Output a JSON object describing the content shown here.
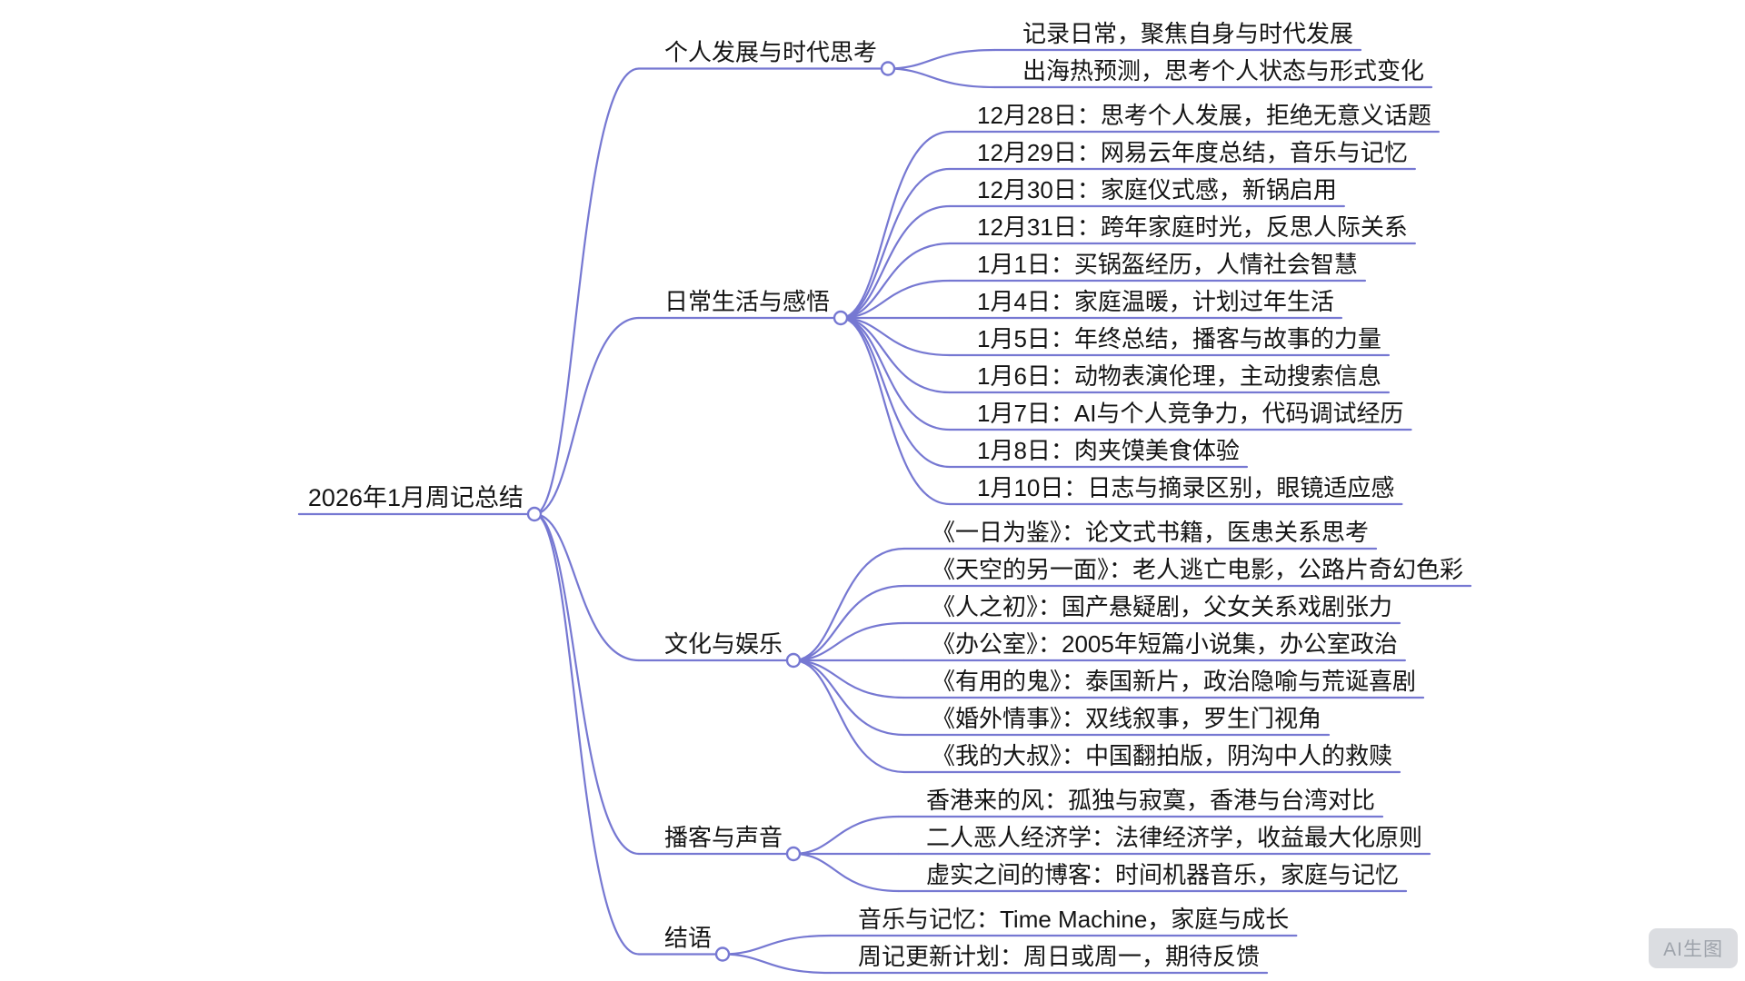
{
  "watermark": "AI生图",
  "colors": {
    "link": "#7678d2",
    "text": "#141414",
    "node_fill": "#ffffff",
    "background": "#ffffff"
  },
  "mindmap": {
    "root": "2026年1月周记总结",
    "branches": [
      {
        "label": "个人发展与时代思考",
        "children": [
          "记录日常，聚焦自身与时代发展",
          "出海热预测，思考个人状态与形式变化"
        ]
      },
      {
        "label": "日常生活与感悟",
        "children": [
          "12月28日：思考个人发展，拒绝无意义话题",
          "12月29日：网易云年度总结，音乐与记忆",
          "12月30日：家庭仪式感，新锅启用",
          "12月31日：跨年家庭时光，反思人际关系",
          "1月1日：买锅盔经历，人情社会智慧",
          "1月4日：家庭温暖，计划过年生活",
          "1月5日：年终总结，播客与故事的力量",
          "1月6日：动物表演伦理，主动搜索信息",
          "1月7日：AI与个人竞争力，代码调试经历",
          "1月8日：肉夹馍美食体验",
          "1月10日：日志与摘录区别，眼镜适应感"
        ]
      },
      {
        "label": "文化与娱乐",
        "children": [
          "《一日为鉴》：论文式书籍，医患关系思考",
          "《天空的另一面》：老人逃亡电影，公路片奇幻色彩",
          "《人之初》：国产悬疑剧，父女关系戏剧张力",
          "《办公室》：2005年短篇小说集，办公室政治",
          "《有用的鬼》：泰国新片，政治隐喻与荒诞喜剧",
          "《婚外情事》：双线叙事，罗生门视角",
          "《我的大叔》：中国翻拍版，阴沟中人的救赎"
        ]
      },
      {
        "label": "播客与声音",
        "children": [
          "香港来的风：孤独与寂寞，香港与台湾对比",
          "二人恶人经济学：法律经济学，收益最大化原则",
          "虚实之间的博客：时间机器音乐，家庭与记忆"
        ]
      },
      {
        "label": "结语",
        "children": [
          "音乐与记忆：Time Machine，家庭与成长",
          "周记更新计划：周日或周一，期待反馈"
        ]
      }
    ]
  }
}
